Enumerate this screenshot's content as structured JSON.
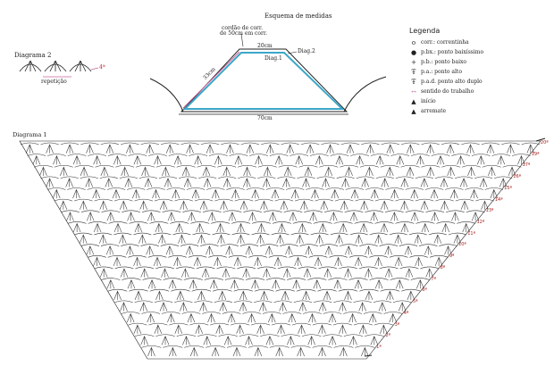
{
  "schema": {
    "title": "Esquema de medidas",
    "cord_label_1": "cordão de corr.",
    "cord_label_2": "de 50cm em corr.",
    "top_width": "20cm",
    "slant": "33cm",
    "bottom_width": "70cm",
    "diag_1": "Diag.1",
    "diag_2": "Diag.2"
  },
  "legend": {
    "title": "Legenda",
    "items": [
      {
        "symbol": "o",
        "label": "corr.: correntinha"
      },
      {
        "symbol": "●",
        "label": "p.bx.: ponto baixíssimo"
      },
      {
        "symbol": "+",
        "label": "p.b.: ponto baixo"
      },
      {
        "symbol": "Ŧ",
        "label": "p.a.: ponto alto"
      },
      {
        "symbol": "Ŧ",
        "label": "p.a.d. ponto alto duplo"
      },
      {
        "symbol": "↔",
        "label": "sentido do trabalho"
      },
      {
        "symbol": "▲",
        "label": "início"
      },
      {
        "symbol": "▲",
        "label": "arremate"
      }
    ]
  },
  "diagram2": {
    "title": "Diagrama 2",
    "repeat_label": "repetição",
    "row_label": "4ª"
  },
  "diagram1": {
    "title": "Diagrama 1",
    "row_labels": [
      "20ª",
      "19ª",
      "17ª",
      "16ª",
      "15ª",
      "14ª",
      "13ª",
      "12ª",
      "11ª",
      "10ª",
      "9ª",
      "8ª",
      "7ª",
      "6ª",
      "5ª",
      "4ª",
      "3ª",
      "2ª",
      "1ª"
    ]
  },
  "colors": {
    "ink": "#222222",
    "accent_blue": "#3aa7c9",
    "accent_pink": "#c7639a",
    "row_label": "#b02020"
  }
}
